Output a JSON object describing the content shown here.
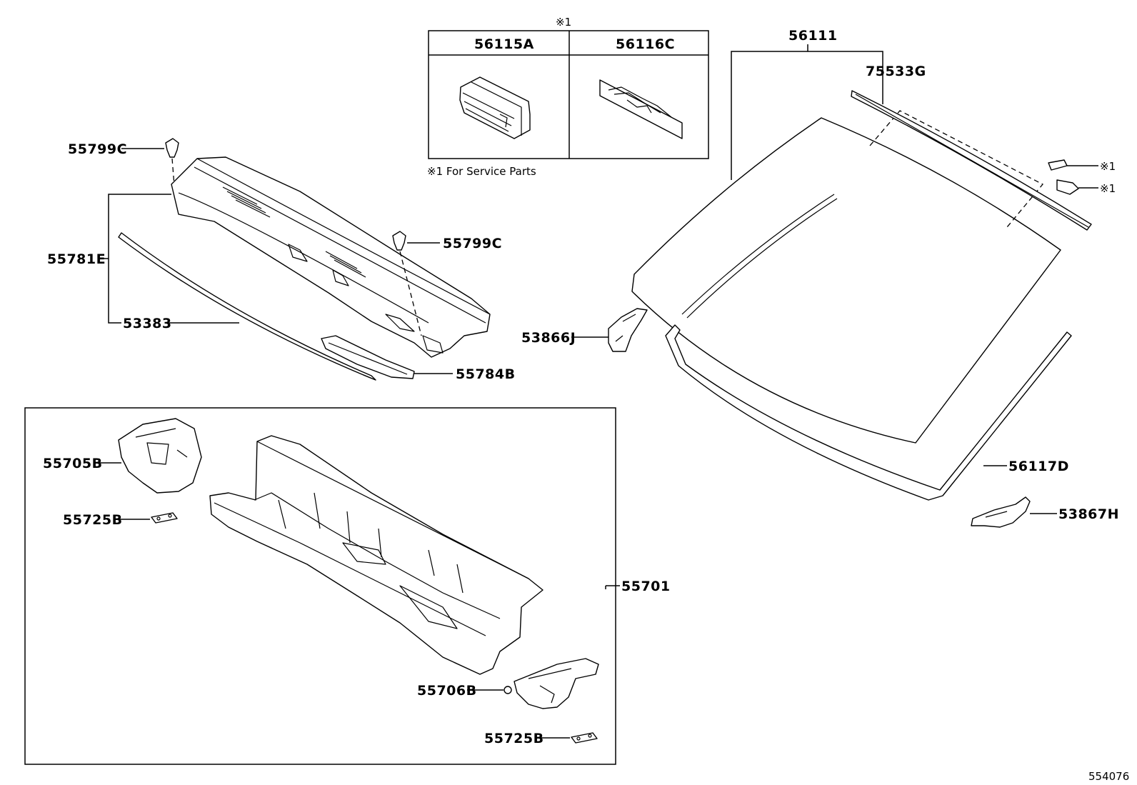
{
  "parts": {
    "p56115A": "56115A",
    "p56116C": "56116C",
    "p56111": "56111",
    "p75533G": "75533G",
    "p55799C_top": "55799C",
    "p55799C_mid": "55799C",
    "p55781E": "55781E",
    "p53383": "53383",
    "p55784B": "55784B",
    "p53866J": "53866J",
    "p56117D": "56117D",
    "p53867H": "53867H",
    "p55705B": "55705B",
    "p55725B_top": "55725B",
    "p55701": "55701",
    "p55706B": "55706B",
    "p55725B_bottom": "55725B"
  },
  "notes": {
    "service_marker_top": "※1",
    "service_footnote": "※1  For Service Parts",
    "marker_a": "※1",
    "marker_b": "※1"
  },
  "figure_number": "554076"
}
